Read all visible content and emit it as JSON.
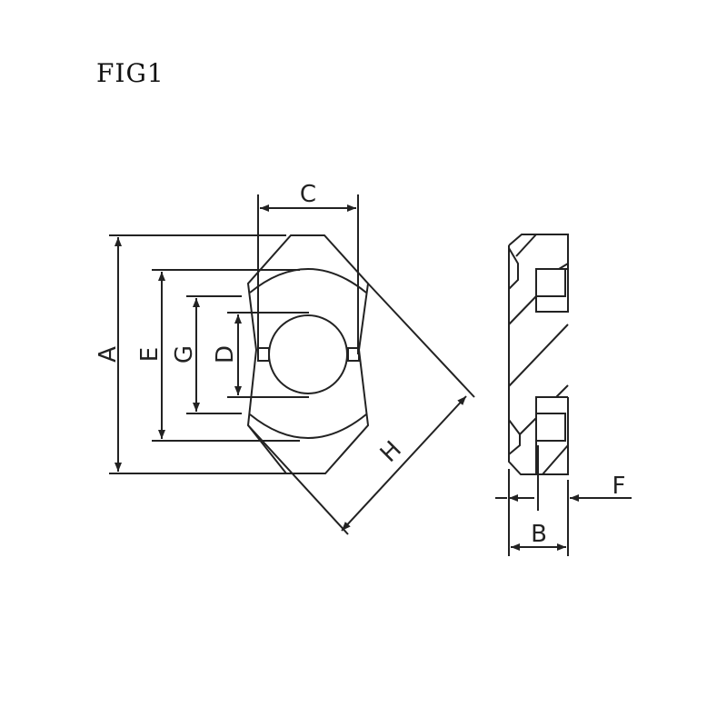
{
  "figure": {
    "title": "FIG1"
  },
  "labels": {
    "A": "A",
    "B": "B",
    "C": "C",
    "D": "D",
    "E": "E",
    "F": "F",
    "G": "G",
    "H": "H"
  }
}
